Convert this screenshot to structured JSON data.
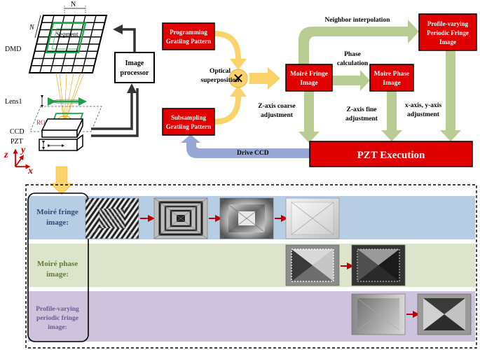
{
  "dmd": {
    "n_top": "N",
    "n_side": "N",
    "segment": "Segment",
    "label": "DMD"
  },
  "lens_label": "Lens1",
  "roi_label": "ROI",
  "ccd_label": "CCD",
  "pzt_label": "PZT",
  "axes": {
    "z": "z",
    "y": "y",
    "x": "x"
  },
  "image_processor": [
    "Image",
    "processor"
  ],
  "boxes": {
    "programming": [
      "Programming",
      "Gratiing Pattern"
    ],
    "subsampling": [
      "Subsampling",
      "Gratiing Pattern"
    ],
    "moire_fringe": [
      "Moiré Fringe",
      "Image"
    ],
    "moire_phase": [
      "Moire Phase",
      "Image"
    ],
    "profile_varying": [
      "Profile-varying",
      "Periodic Fringe",
      "Image"
    ],
    "pzt_execution": "PZT Execution"
  },
  "multiply_symbol": "✕",
  "labels": {
    "optical_superposition": [
      "Optical",
      "superposition"
    ],
    "neighbor_interpolation": "Neighbor interpolation",
    "phase_calculation": [
      "Phase",
      "calculation"
    ],
    "z_coarse": [
      "Z-axis coarse",
      "adjustment"
    ],
    "z_fine": [
      "Z-axis fine",
      "adjustment"
    ],
    "xy_adjust": [
      "x-axis, y-axis",
      "adjustment"
    ],
    "drive_ccd": "Drive CCD"
  },
  "rows": {
    "fringe": [
      "Moiré fringe",
      "image:"
    ],
    "phase": [
      "Moiré phase",
      "image:"
    ],
    "profile": [
      "Profile-varying",
      "periodic fringe",
      "image:"
    ]
  },
  "colors": {
    "red_box": "#e00000",
    "arrow_yellow": "#fcd36a",
    "arrow_green": "#b9cc94",
    "arrow_blue": "#98a8d6",
    "row_blue": "#b6cde4",
    "row_green": "#dde4cc",
    "row_purple": "#cdc3dd",
    "text_blue": "#2e4a76",
    "text_green": "#5d7d33",
    "text_purple": "#6c5a92"
  }
}
